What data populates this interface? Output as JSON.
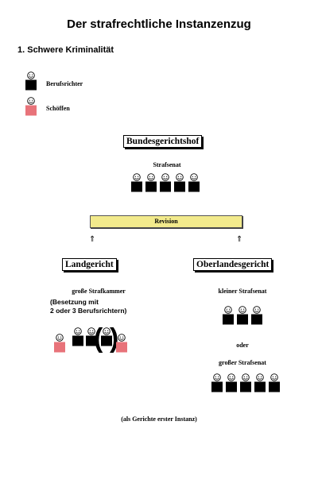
{
  "title": "Der strafrechtliche Instanzenzug",
  "section": "1. Schwere Kriminalität",
  "legend": {
    "judge": "Berufsrichter",
    "lay": "Schöffen"
  },
  "bgh": {
    "name": "Bundesgerichtshof",
    "chamber": "Strafsenat"
  },
  "revision": "Revision",
  "arrow": "⇑",
  "landgericht": {
    "name": "Landgericht",
    "chamber": "große Strafkammer",
    "note_line1": "(Besetzung mit",
    "note_line2": "2 oder 3 Berufsrichtern)",
    "paren_open": "(",
    "paren_close": ")"
  },
  "olg": {
    "name": "Oberlandesgericht",
    "small": "kleiner Strafsenat",
    "or": "oder",
    "large": "großer Strafsenat"
  },
  "footer": "(als Gerichte erster Instanz)",
  "colors": {
    "judge": "#000000",
    "lay": "#e8737a",
    "revision_bar": "#f2ea8c"
  }
}
